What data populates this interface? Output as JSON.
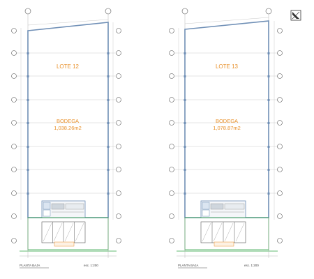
{
  "colors": {
    "wall": "#6f8fb6",
    "grid": "#9a9a9a",
    "green": "#2ea043",
    "orange": "#e8902a",
    "text": "#444444"
  },
  "plans": [
    {
      "lot_label": "LOTE 12",
      "use_label": "BODEGA",
      "area_label": "1,038.26m2",
      "footer_left": "PLANTA BAJA",
      "footer_right": "esc. 1:200"
    },
    {
      "lot_label": "LOTE 13",
      "use_label": "BODEGA",
      "area_label": "1,078.87m2",
      "footer_left": "PLANTA BAJA",
      "footer_right": "esc. 1:200"
    }
  ],
  "north_icon": "north-arrow-icon"
}
